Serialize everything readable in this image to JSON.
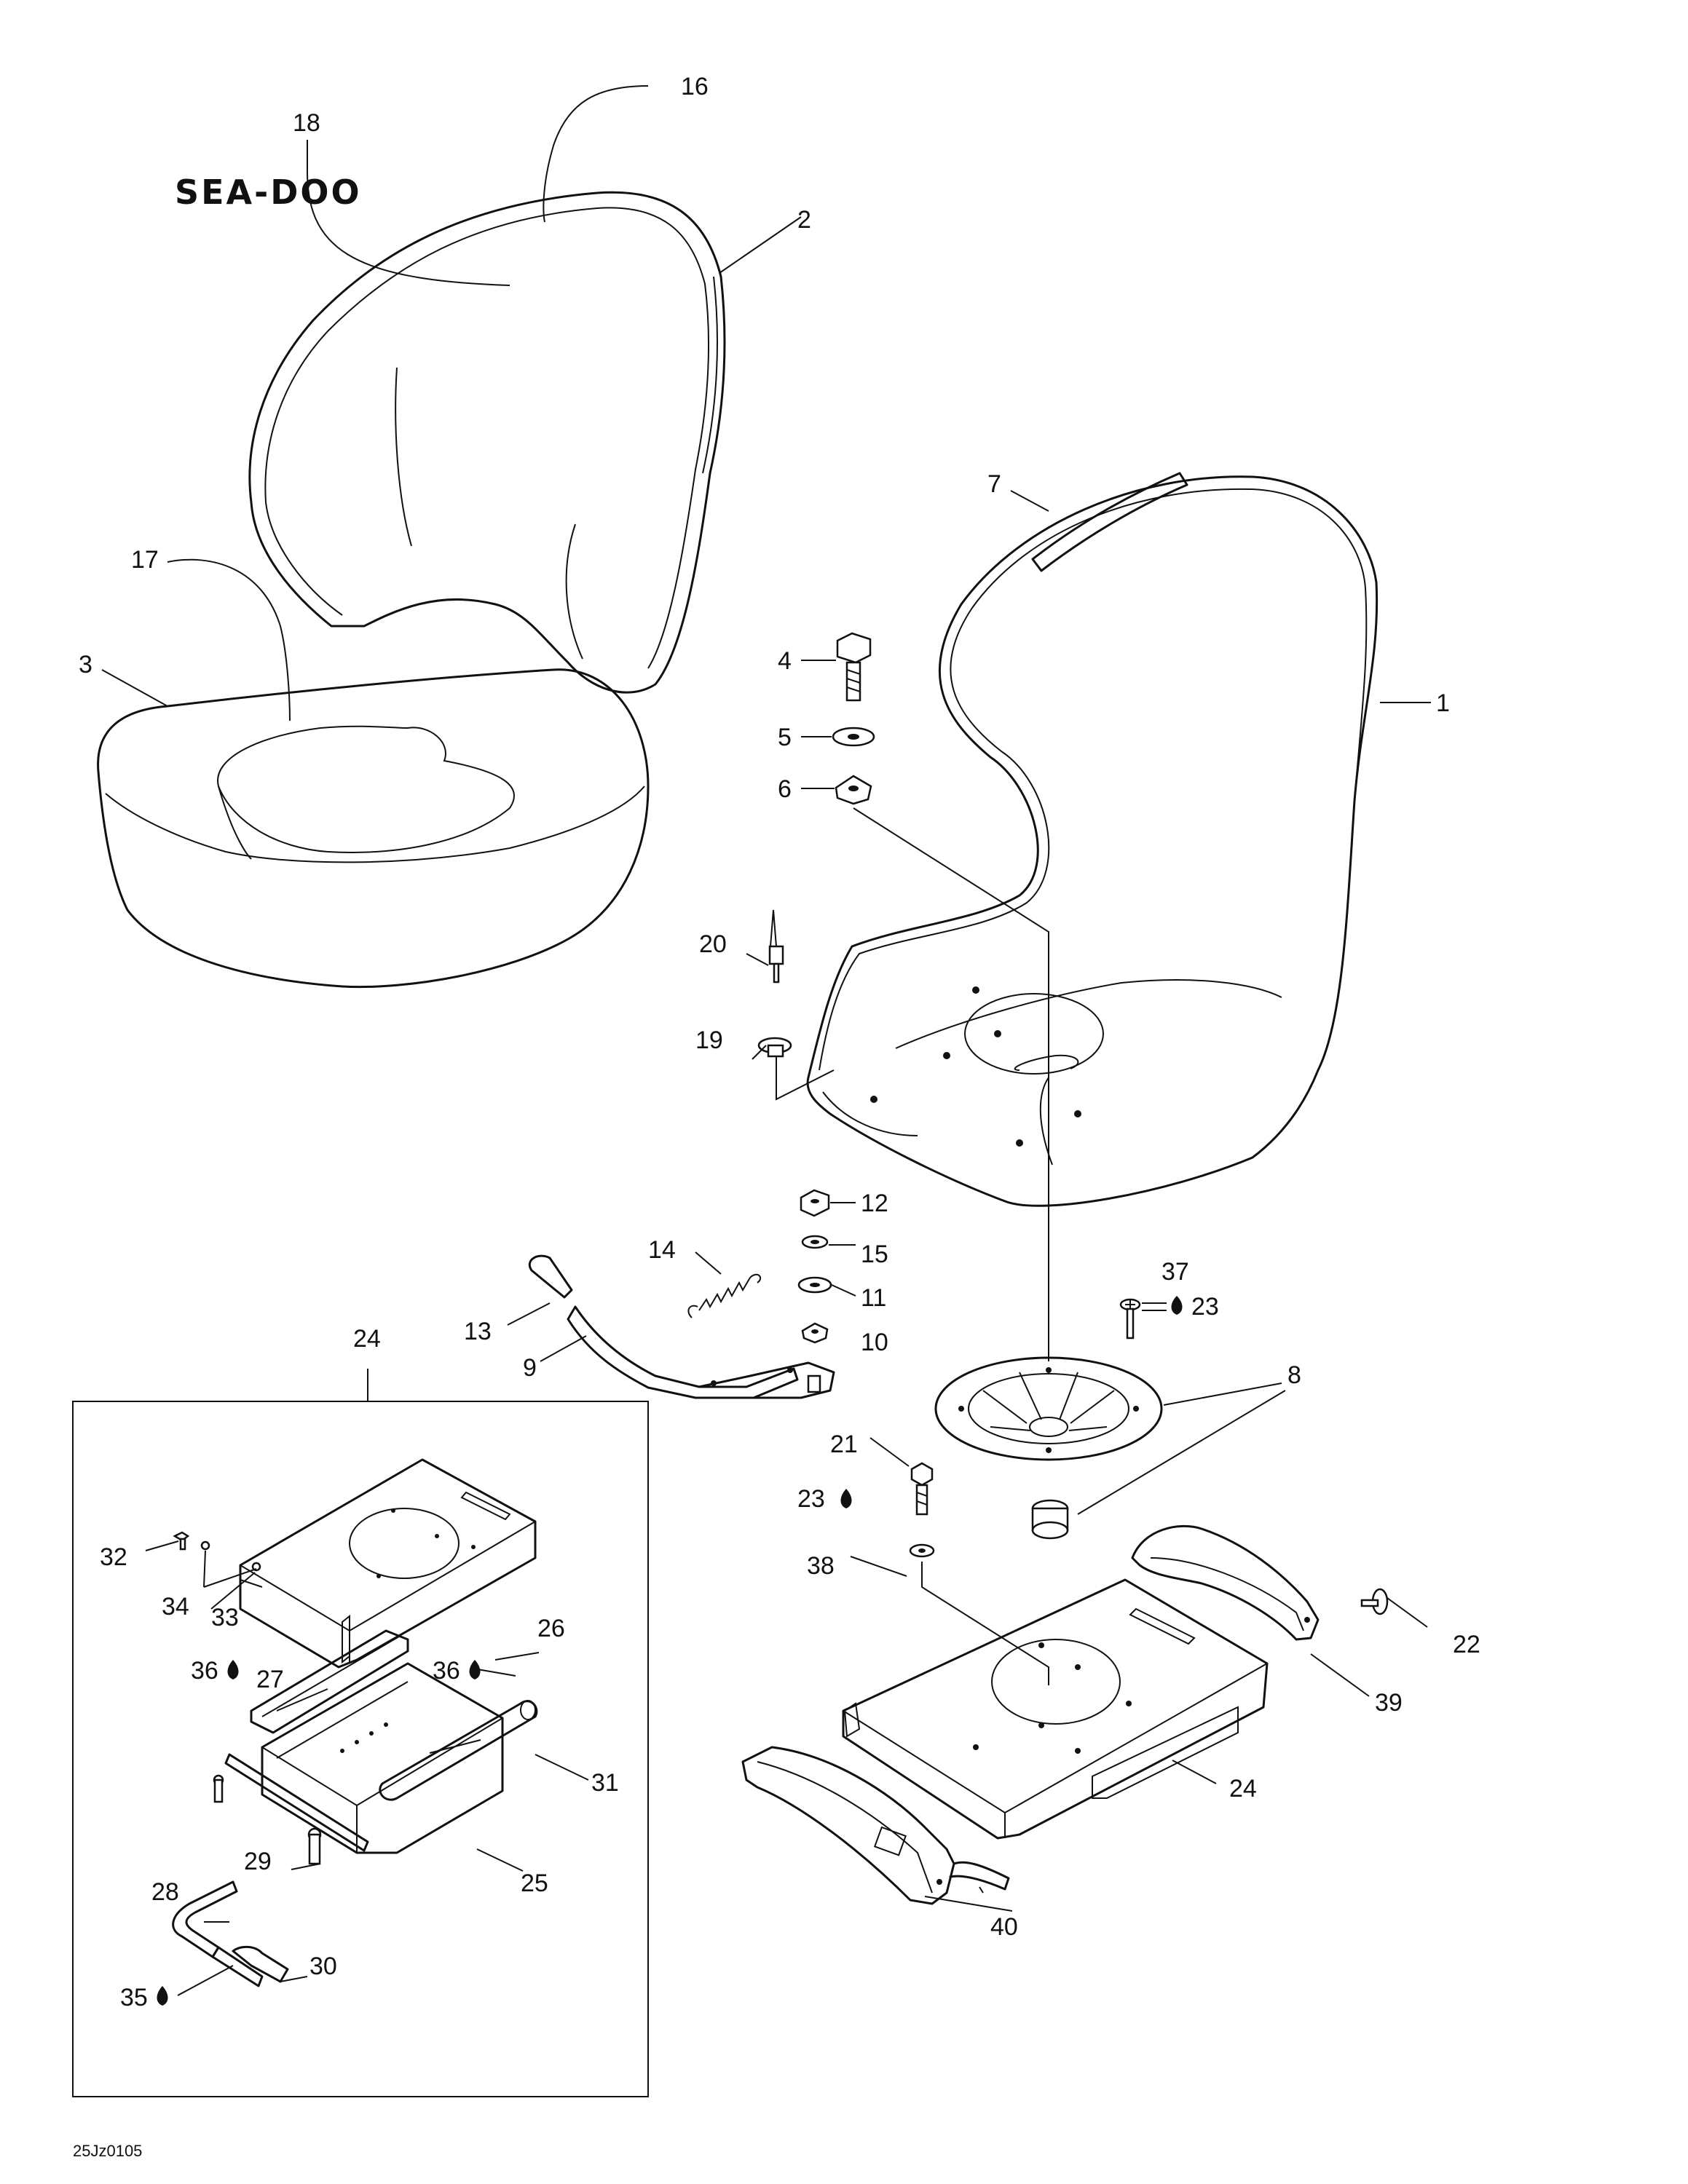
{
  "logo_text": "SEA-DOO",
  "drawing_code": "25Jz0105",
  "drop_icon": "lubricant-drop-icon",
  "callouts": {
    "c1": "1",
    "c2": "2",
    "c3": "3",
    "c4": "4",
    "c5": "5",
    "c6": "6",
    "c7": "7",
    "c8": "8",
    "c9": "9",
    "c10": "10",
    "c11": "11",
    "c12": "12",
    "c13": "13",
    "c14": "14",
    "c15": "15",
    "c16": "16",
    "c17": "17",
    "c18": "18",
    "c19": "19",
    "c20": "20",
    "c21": "21",
    "c22": "22",
    "c23a": "23",
    "c23b": "23",
    "c24a": "24",
    "c24b": "24",
    "c25": "25",
    "c26": "26",
    "c27": "27",
    "c28": "28",
    "c29": "29",
    "c30": "30",
    "c31": "31",
    "c32": "32",
    "c33": "33",
    "c34": "34",
    "c35": "35",
    "c36a": "36",
    "c36b": "36",
    "c37": "37",
    "c38": "38",
    "c39": "39",
    "c40": "40"
  }
}
